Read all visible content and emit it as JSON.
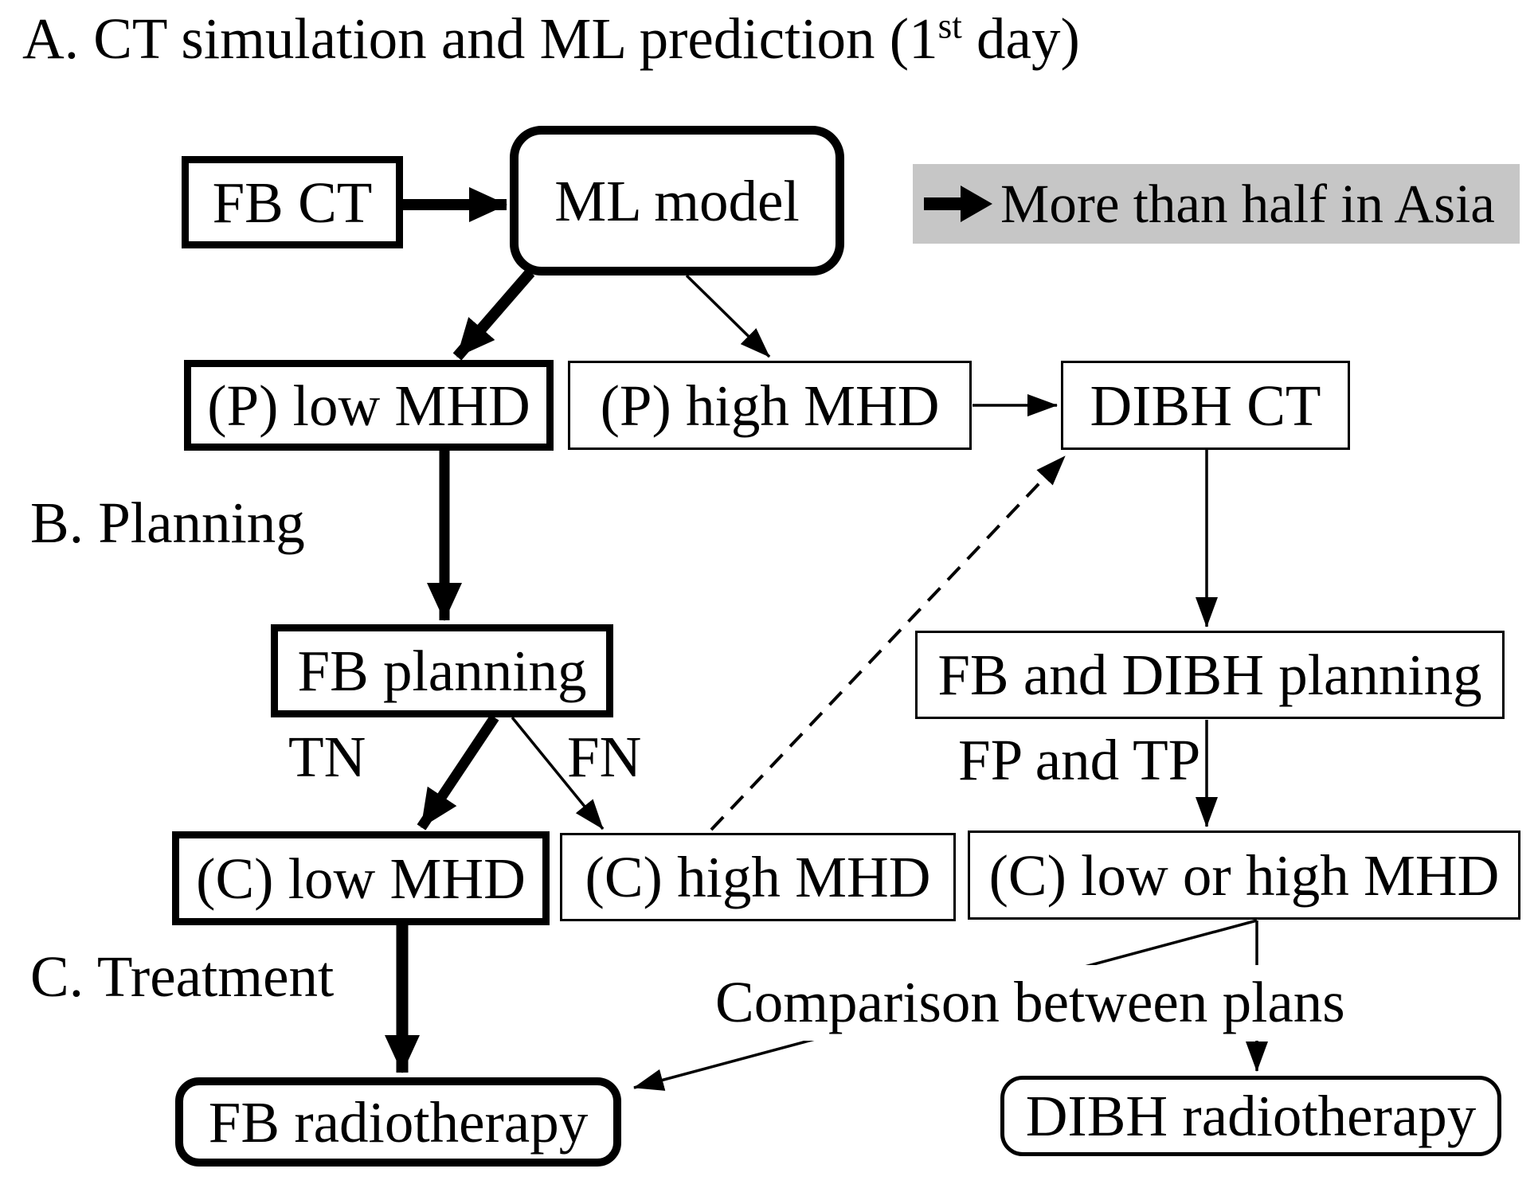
{
  "title_a": {
    "pre": "A. CT simulation and ML prediction (1",
    "sup": "st",
    "post": " day)"
  },
  "section_b": "B. Planning",
  "section_c": "C. Treatment",
  "legend": {
    "arrow_icon": "bold-right-arrow",
    "text": "More than half in Asia"
  },
  "nodes": {
    "fb_ct": "FB CT",
    "ml_model": "ML model",
    "p_low": "(P) low MHD",
    "p_high": "(P) high MHD",
    "dibh_ct": "DIBH CT",
    "fb_planning": "FB planning",
    "c_low": "(C) low MHD",
    "c_high": "(C) high MHD",
    "fb_dibh_planning": "FB and DIBH planning",
    "c_low_or_high": "(C) low or high MHD",
    "fb_radiotherapy": "FB radiotherapy",
    "dibh_radiotherapy": "DIBH radiotherapy"
  },
  "edge_labels": {
    "tn": "TN",
    "fn": "FN",
    "fp_tp": "FP and TP",
    "comparison": "Comparison between plans"
  },
  "colors": {
    "ink": "#000000",
    "legend_bg": "#c6c6c6",
    "background": "#ffffff"
  }
}
